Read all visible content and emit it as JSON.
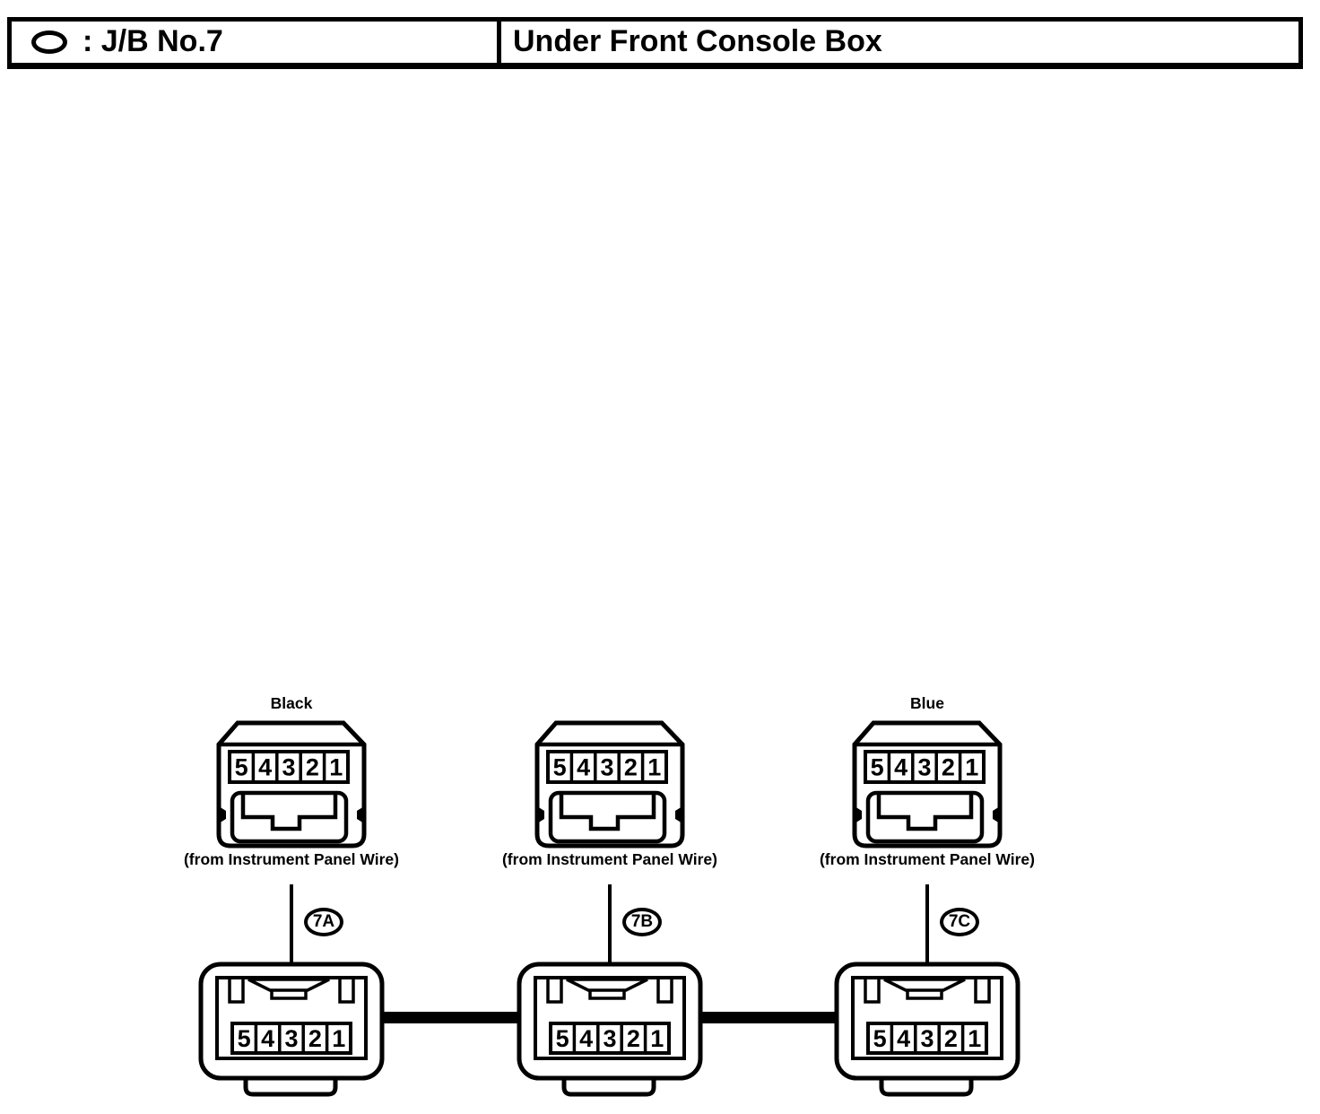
{
  "header": {
    "symbol_icon": "oval-icon",
    "jb_label": ": J/B No.7",
    "location_label": "Under Front Console Box"
  },
  "connectors": {
    "top": [
      {
        "color_label": "Black",
        "caption": "(from Instrument Panel Wire)",
        "pins": [
          "5",
          "4",
          "3",
          "2",
          "1"
        ]
      },
      {
        "color_label": "",
        "caption": "(from Instrument Panel Wire)",
        "pins": [
          "5",
          "4",
          "3",
          "2",
          "1"
        ]
      },
      {
        "color_label": "Blue",
        "caption": "(from Instrument Panel Wire)",
        "pins": [
          "5",
          "4",
          "3",
          "2",
          "1"
        ]
      }
    ],
    "junction_labels": [
      "7A",
      "7B",
      "7C"
    ],
    "bottom": [
      {
        "pins": [
          "5",
          "4",
          "3",
          "2",
          "1"
        ]
      },
      {
        "pins": [
          "5",
          "4",
          "3",
          "2",
          "1"
        ]
      },
      {
        "pins": [
          "5",
          "4",
          "3",
          "2",
          "1"
        ]
      }
    ]
  },
  "colors": {
    "line": "#000000",
    "background": "#ffffff"
  }
}
